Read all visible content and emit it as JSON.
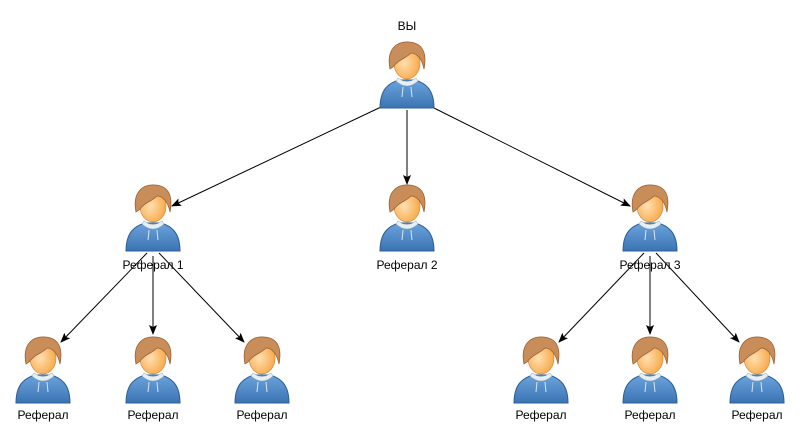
{
  "diagram": {
    "root": {
      "label": "ВЫ"
    },
    "level1": [
      {
        "label": "Реферал 1",
        "children": [
          "Реферал",
          "Реферал",
          "Реферал"
        ]
      },
      {
        "label": "Реферал 2",
        "children": []
      },
      {
        "label": "Реферал 3",
        "children": [
          "Реферал",
          "Реферал",
          "Реферал"
        ]
      }
    ],
    "icon": "user-icon",
    "colors": {
      "hoodie": "#4a86c5",
      "hair": "#c98d5a",
      "skin": "#fcc27a",
      "edge": "#000000"
    }
  }
}
